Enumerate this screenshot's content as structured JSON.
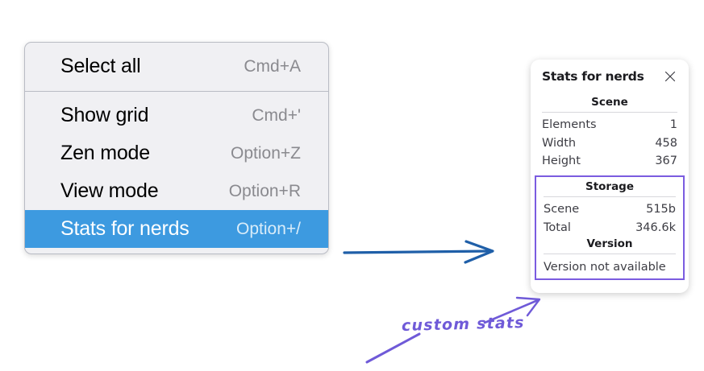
{
  "menu": {
    "groups": [
      {
        "items": [
          {
            "label": "Select all",
            "shortcut": "Cmd+A",
            "selected": false
          }
        ]
      },
      {
        "items": [
          {
            "label": "Show grid",
            "shortcut": "Cmd+'",
            "selected": false
          },
          {
            "label": "Zen mode",
            "shortcut": "Option+Z",
            "selected": false
          },
          {
            "label": "View mode",
            "shortcut": "Option+R",
            "selected": false
          },
          {
            "label": "Stats for nerds",
            "shortcut": "Option+/",
            "selected": true
          }
        ]
      }
    ],
    "highlight_color": "#3d9ae0"
  },
  "stats_panel": {
    "title": "Stats for nerds",
    "close_icon": "close-icon",
    "sections": [
      {
        "name": "Scene",
        "rows": [
          {
            "label": "Elements",
            "value": "1"
          },
          {
            "label": "Width",
            "value": "458"
          },
          {
            "label": "Height",
            "value": "367"
          }
        ]
      },
      {
        "name": "Storage",
        "rows": [
          {
            "label": "Scene",
            "value": "515b"
          },
          {
            "label": "Total",
            "value": "346.6k"
          }
        ]
      },
      {
        "name": "Version",
        "text": "Version not available"
      }
    ],
    "highlight_border_color": "#7b5ce0"
  },
  "annotations": {
    "arrow_color": "#1f5fa8",
    "note_color": "#6f5ad8",
    "note_text": "custom stats"
  }
}
